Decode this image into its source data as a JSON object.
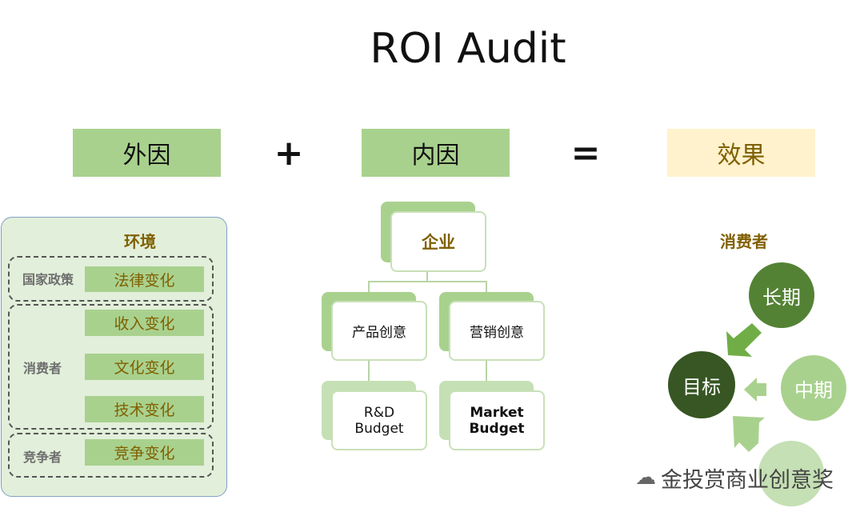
{
  "title": "ROI Audit",
  "equation": {
    "term1": "外因",
    "plus": "+",
    "term2": "内因",
    "equals": "=",
    "result": "效果"
  },
  "external": {
    "title": "环境",
    "groups": [
      {
        "label": "国家政策",
        "items": [
          "法律变化"
        ]
      },
      {
        "label": "消费者",
        "items": [
          "收入变化",
          "文化变化",
          "技术变化"
        ]
      },
      {
        "label": "竞争者",
        "items": [
          "竞争变化"
        ]
      }
    ]
  },
  "internal": {
    "root": "企业",
    "branches": [
      {
        "label": "产品创意",
        "leaf": [
          "R&D",
          "Budget"
        ]
      },
      {
        "label": "营销创意",
        "leaf": [
          "Market",
          "Budget"
        ]
      }
    ]
  },
  "effect": {
    "title": "消费者",
    "target": "目标",
    "long_term": "长期",
    "mid_term": "中期"
  },
  "watermark": "金投赏商业创意奖",
  "colors": {
    "green_light": "#a9d18e",
    "green_pale": "#e2efda",
    "yellow_pale": "#fff2cc",
    "olive_text": "#806000",
    "circle_dark": "#375623",
    "circle_mid": "#548235",
    "circle_light": "#a9d18e"
  }
}
